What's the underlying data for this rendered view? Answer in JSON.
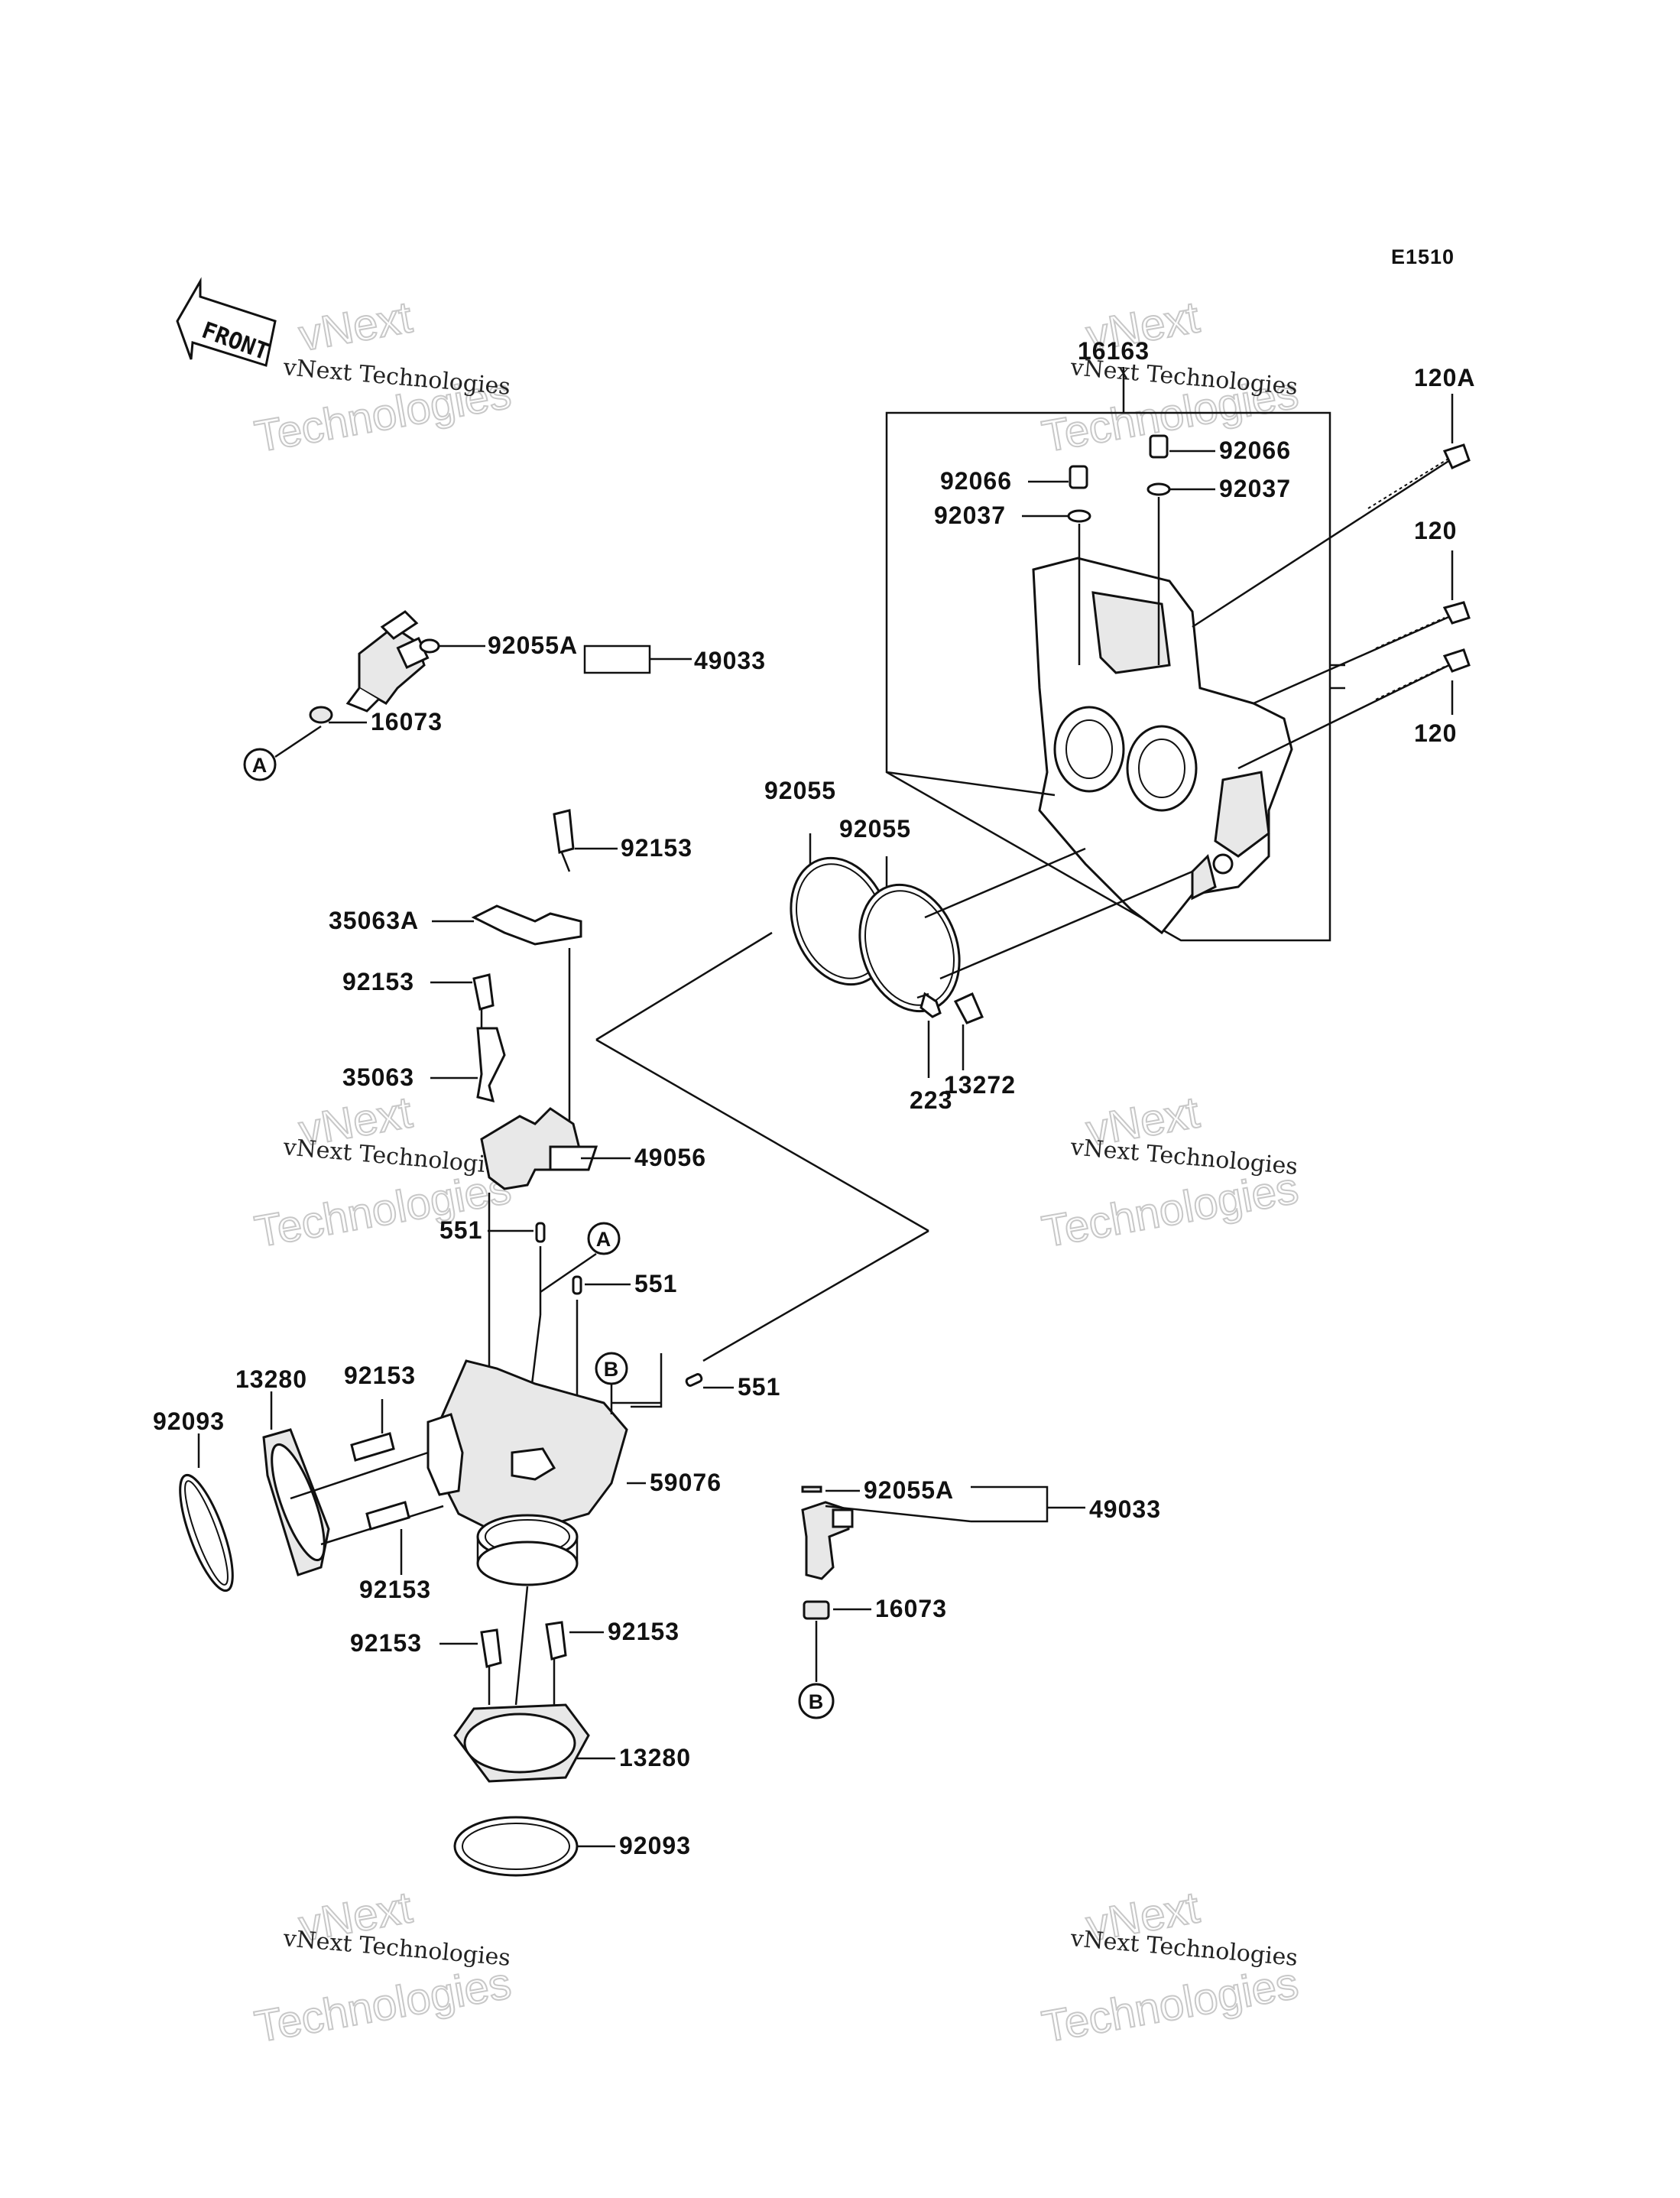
{
  "diagram_id": "E1510",
  "front_label": "FRONT",
  "watermark": {
    "line1": "vNext",
    "line2": "vNext Technologies",
    "line3": "Technologies"
  },
  "callout_a": "A",
  "callout_b": "B",
  "labels": {
    "p16163": "16163",
    "p92066_a": "92066",
    "p92066_b": "92066",
    "p92037_a": "92037",
    "p92037_b": "92037",
    "p120A": "120A",
    "p120_a": "120",
    "p120_b": "120",
    "p92055A_top": "92055A",
    "p49033_top": "49033",
    "p16073_top": "16073",
    "p92055_a": "92055",
    "p92055_b": "92055",
    "p92153_a": "92153",
    "p35063A": "35063A",
    "p92153_b": "92153",
    "p35063": "35063",
    "p49056": "49056",
    "p223": "223",
    "p13272": "13272",
    "p551_a": "551",
    "p551_b": "551",
    "p551_c": "551",
    "p13280_a": "13280",
    "p92093_a": "92093",
    "p92153_c": "92153",
    "p92153_d": "92153",
    "p59076": "59076",
    "p92055A_bot": "92055A",
    "p49033_bot": "49033",
    "p16073_bot": "16073",
    "p92153_e": "92153",
    "p92153_f": "92153",
    "p13280_b": "13280",
    "p92093_b": "92093"
  }
}
